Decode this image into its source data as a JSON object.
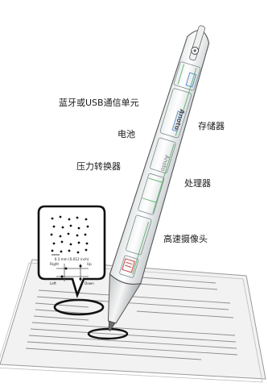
{
  "components": {
    "bluetooth_usb": "蓝牙或USB通信单元",
    "battery": "电池",
    "memory": "存储器",
    "pressure_sensor": "压力转换器",
    "processor": "处理器",
    "camera": "高速摄像头"
  },
  "pen_brand": "Anoto",
  "callout": {
    "dot_spacing": "0.3 mm (0.012 inch)",
    "directions": [
      "Right",
      "Up",
      "Left",
      "Down"
    ]
  }
}
